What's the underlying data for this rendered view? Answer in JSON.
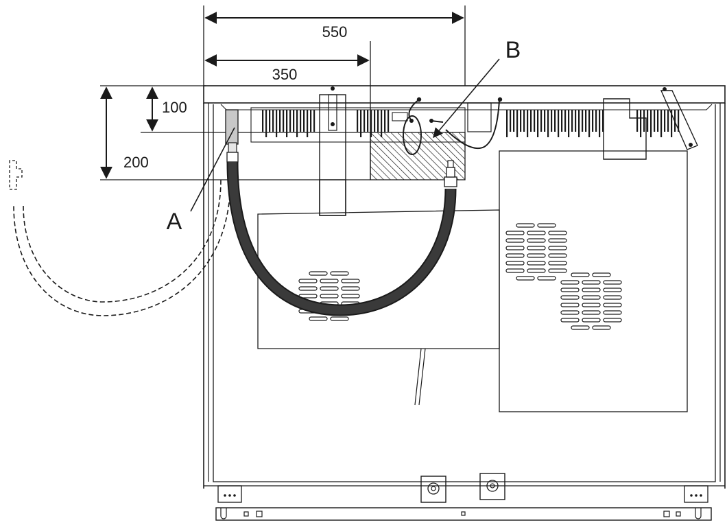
{
  "dimensions": {
    "d550": "550",
    "d350": "350",
    "d100": "100",
    "d200": "200"
  },
  "callouts": {
    "a": "A",
    "b": "B"
  },
  "colors": {
    "ink": "#1a1a1a",
    "hose": "#1c1c1c",
    "fitting": "#c8c8c8",
    "background": "#ffffff"
  }
}
